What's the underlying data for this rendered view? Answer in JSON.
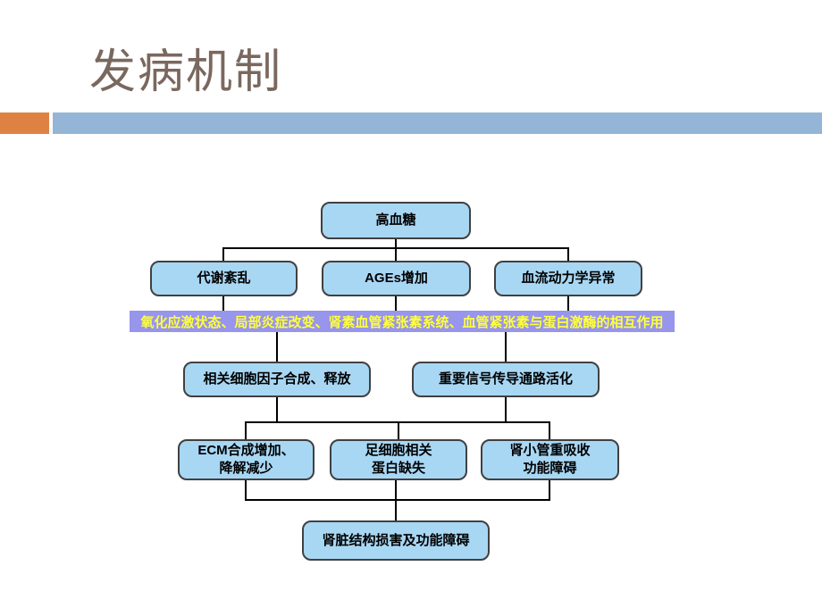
{
  "slide": {
    "title": "发病机制",
    "colors": {
      "title_text": "#7A685E",
      "accent_orange": "#DE8244",
      "accent_blue": "#95B5D6",
      "node_fill": "#A8D7F4",
      "node_border": "#404040",
      "banner_fill": "#9795EC",
      "banner_text": "#FFFF3C",
      "connector": "#000000"
    }
  },
  "flowchart": {
    "nodes": {
      "hyperglycemia": "高血糖",
      "metabolic_disorder": "代谢紊乱",
      "ages_increase": "AGEs增加",
      "hemodynamic_abnormality": "血流动力学异常",
      "banner": "氧化应激状态、局部炎症改变、肾素血管紧张素系统、血管紧张素与蛋白激酶的相互作用",
      "cytokine_synthesis": "相关细胞因子合成、释放",
      "signal_pathway": "重要信号传导通路活化",
      "ecm": "ECM合成增加、\n降解减少",
      "podocyte": "足细胞相关\n蛋白缺失",
      "tubule": "肾小管重吸收\n功能障碍",
      "outcome": "肾脏结构损害及功能障碍"
    }
  }
}
